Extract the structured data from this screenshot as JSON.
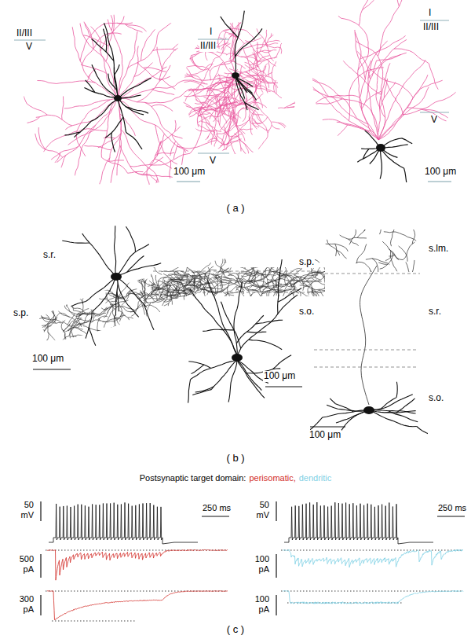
{
  "diagram": {
    "labels": [
      "II/III",
      "V",
      "I",
      "II/III",
      "V",
      "100 μm",
      "I",
      "II/III",
      "V",
      "100 μm",
      "( a )",
      "s.r.",
      "s.p.",
      "100 μm",
      "s.p.",
      "s.o.",
      "100 μm",
      "s.lm.",
      "s.r.",
      "s.o.",
      "100 μm",
      "( b )",
      "Postsynaptic target domain:",
      "perisomatic,",
      "dendritic",
      "50 mV",
      "250 ms",
      "500 pA",
      "300 pA",
      "50 mV",
      "250 ms",
      "100 pA",
      "100 pA",
      "( c )"
    ]
  }
}
